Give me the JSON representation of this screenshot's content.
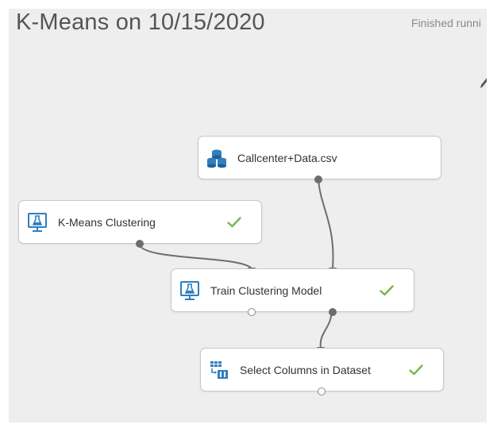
{
  "experiment": {
    "title": "K-Means on 10/15/2020",
    "status": "Finished runni"
  },
  "modules": {
    "dataset": {
      "label": "Callcenter+Data.csv",
      "icon": "database-icon"
    },
    "kmeans": {
      "label": "K-Means Clustering",
      "icon": "flask-monitor-icon",
      "status": "completed"
    },
    "train": {
      "label": "Train Clustering Model",
      "icon": "flask-monitor-icon",
      "status": "completed"
    },
    "select": {
      "label": "Select Columns in Dataset",
      "icon": "table-columns-icon",
      "status": "completed"
    }
  },
  "colors": {
    "check": "#7ab648",
    "icon_blue": "#2f7fc1",
    "wire": "#6d6d6d",
    "canvas": "#eeeeee"
  }
}
